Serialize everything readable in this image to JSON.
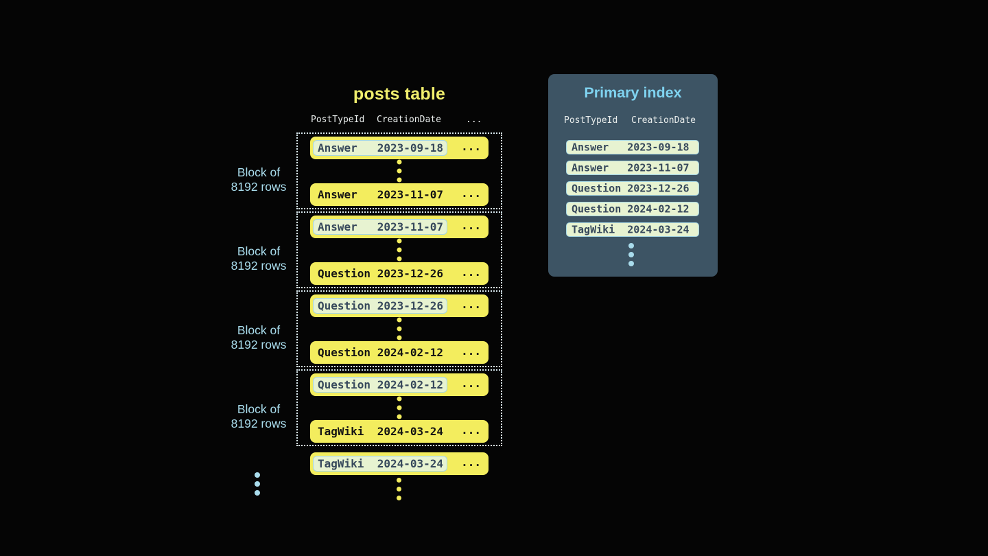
{
  "ui": {
    "ellipsis": "..."
  },
  "colors": {
    "background": "#050505",
    "row_yellow": "#f3ed5e",
    "title_yellow": "#f0ee6d",
    "light_blue": "#a9dcec",
    "index_title_blue": "#7fd3f0",
    "panel_background": "#3d5464",
    "highlight_green": "#e7f3d1",
    "highlight_border": "#a5d6e4",
    "dark_slate_text": "#37495c",
    "dotted_border": "#d9e9ef"
  },
  "posts_table": {
    "title": "posts table",
    "col1": "PostTypeId",
    "col2": "CreationDate",
    "blocks": [
      {
        "label1": "Block of",
        "label2": "8192 rows",
        "first": {
          "type": "Answer",
          "date": "2023-09-18"
        },
        "last": {
          "type": "Answer",
          "date": "2023-11-07"
        }
      },
      {
        "label1": "Block of",
        "label2": "8192 rows",
        "first": {
          "type": "Answer",
          "date": "2023-11-07"
        },
        "last": {
          "type": "Question",
          "date": "2023-12-26"
        }
      },
      {
        "label1": "Block of",
        "label2": "8192 rows",
        "first": {
          "type": "Question",
          "date": "2023-12-26"
        },
        "last": {
          "type": "Question",
          "date": "2024-02-12"
        }
      },
      {
        "label1": "Block of",
        "label2": "8192 rows",
        "first": {
          "type": "Question",
          "date": "2024-02-12"
        },
        "last": {
          "type": "TagWiki",
          "date": "2024-03-24"
        }
      }
    ],
    "overflow": {
      "type": "TagWiki",
      "date": "2024-03-24"
    }
  },
  "primary_index": {
    "title": "Primary index",
    "col1": "PostTypeId",
    "col2": "CreationDate",
    "rows": [
      {
        "type": "Answer",
        "date": "2023-09-18"
      },
      {
        "type": "Answer",
        "date": "2023-11-07"
      },
      {
        "type": "Question",
        "date": "2023-12-26"
      },
      {
        "type": "Question",
        "date": "2024-02-12"
      },
      {
        "type": "TagWiki",
        "date": "2024-03-24"
      }
    ]
  }
}
